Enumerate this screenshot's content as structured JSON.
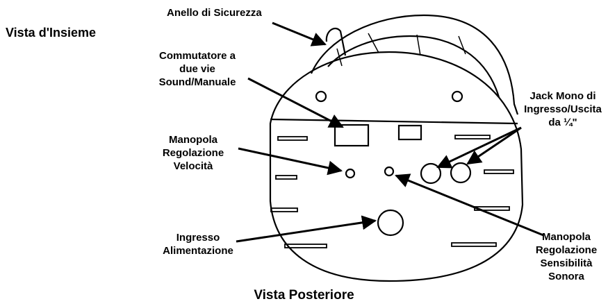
{
  "titles": {
    "overview": "Vista d'Insieme",
    "rear_view": "Vista Posteriore"
  },
  "labels": {
    "safety_ring": "Anello di Sicurezza",
    "switch": [
      "Commutatore a",
      "due vie",
      "Sound/Manuale"
    ],
    "speed_knob": [
      "Manopola",
      "Regolazione",
      "Velocità"
    ],
    "power_input": [
      "Ingresso",
      "Alimentazione"
    ],
    "jack": [
      "Jack Mono di",
      "Ingresso/Uscita",
      "da ¼\""
    ],
    "sensitivity_knob": [
      "Manopola",
      "Regolazione",
      "Sensibilità",
      "Sonora"
    ]
  },
  "colors": {
    "ink": "#000000",
    "line": "#333333",
    "background": "#ffffff"
  }
}
